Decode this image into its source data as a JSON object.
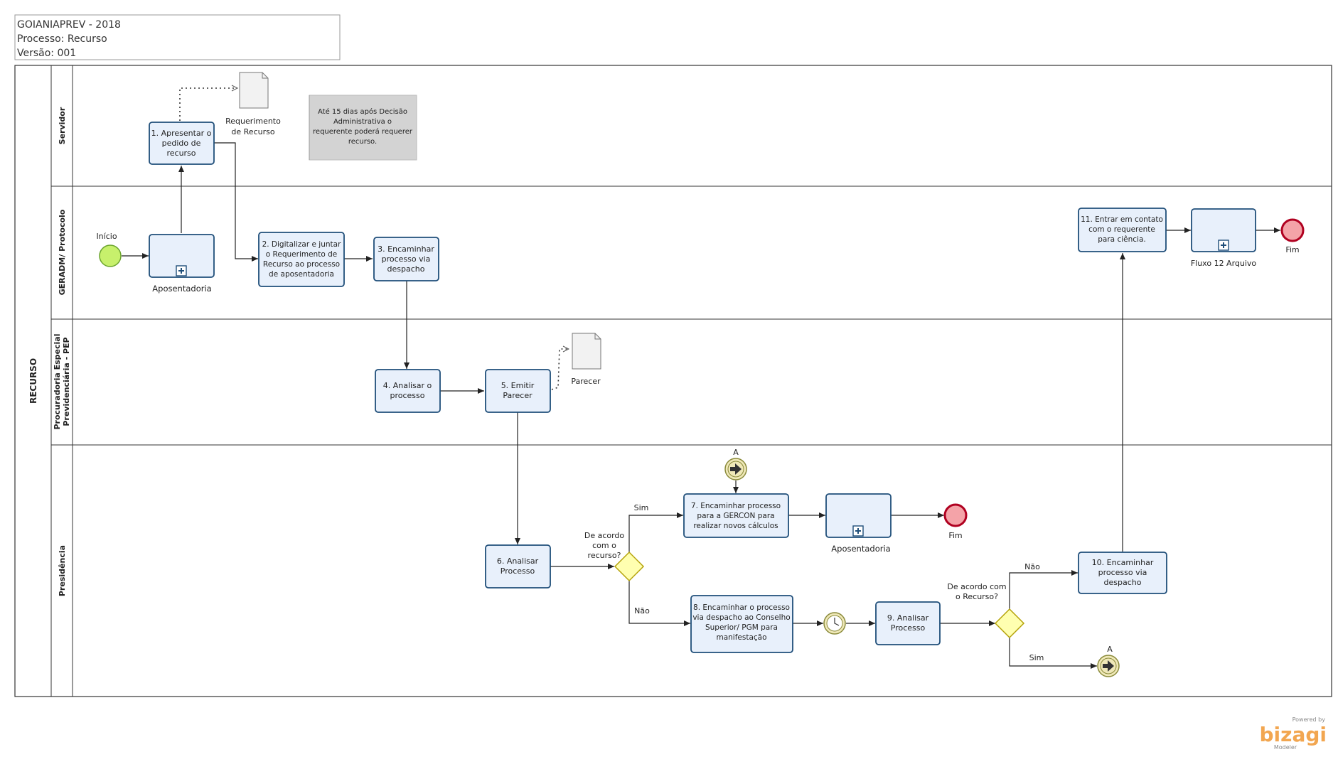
{
  "header": {
    "line1": "GOIANIAPREV - 2018",
    "line2": "Processo: Recurso",
    "line3": "Versão: 001"
  },
  "pool": {
    "name": "RECURSO"
  },
  "lanes": {
    "servidor": "Servidor",
    "geradm": "GERADM/ Protocolo",
    "pep_line1": "Procuradoria Especial",
    "pep_line2": "Previdenciária - PEP",
    "presidencia": "Presidência"
  },
  "tasks": {
    "t1": [
      "1. Apresentar o",
      "pedido de",
      "recurso"
    ],
    "t2": [
      "2. Digitalizar e juntar",
      "o Requerimento de",
      "Recurso ao processo",
      "de aposentadoria"
    ],
    "t3": [
      "3. Encaminhar",
      "processo via",
      "despacho"
    ],
    "t4": [
      "4. Analisar o",
      "processo"
    ],
    "t5": [
      "5. Emitir",
      "Parecer"
    ],
    "t6": [
      "6. Analisar",
      "Processo"
    ],
    "t7": [
      "7. Encaminhar processo",
      "para a GERCON para",
      "realizar novos cálculos"
    ],
    "t8": [
      "8. Encaminhar o processo",
      "via despacho ao Conselho",
      "Superior/ PGM para",
      "manifestação"
    ],
    "t9": [
      "9. Analisar",
      "Processo"
    ],
    "t10": [
      "10. Encaminhar",
      "processo via",
      "despacho"
    ],
    "t11": [
      "11. Entrar em contato",
      "com o requerente",
      "para ciência."
    ]
  },
  "subprocesses": {
    "sp1": "Aposentadoria",
    "sp2": "Aposentadoria",
    "sp3": "Fluxo 12 Arquivo"
  },
  "artifacts": {
    "doc1": [
      "Requerimento",
      "de Recurso"
    ],
    "doc2": "Parecer",
    "note": [
      "Até 15 dias após Decisão",
      "Administrativa o",
      "requerente poderá requerer",
      "recurso."
    ]
  },
  "events": {
    "start": "Início",
    "end1": "Fim",
    "end2": "Fim",
    "link_catch": "A",
    "link_throw": "A"
  },
  "gateways": {
    "g1": [
      "De acordo",
      "com o",
      "recurso?"
    ],
    "g2": [
      "De acordo com",
      "o Recurso?"
    ]
  },
  "flow_labels": {
    "g1_yes": "Sim",
    "g1_no": "Não",
    "g2_no": "Não",
    "g2_yes": "Sim"
  },
  "watermark": {
    "powered": "Powered by",
    "brand": "bizagi",
    "product": "Modeler"
  },
  "colors": {
    "task_fill": "#e8f0fb",
    "task_stroke": "#1f4e79",
    "start_fill": "#c7f06c",
    "end_fill": "#f4a3a8",
    "end_stroke": "#b00020",
    "gateway_fill": "#ffffb0",
    "gateway_stroke": "#b5a30a",
    "note_fill": "#d3d3d3",
    "brand": "#f2a650"
  }
}
